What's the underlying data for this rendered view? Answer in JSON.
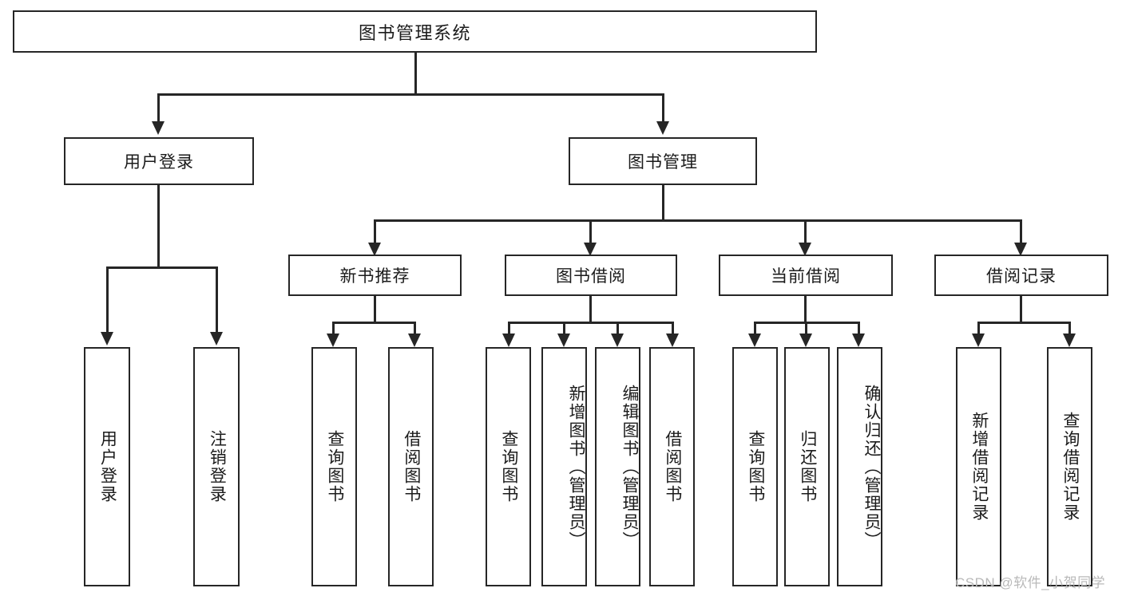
{
  "diagram": {
    "type": "tree-hierarchy-chart",
    "title": "图书管理系统",
    "root": {
      "label": "图书管理系统",
      "children": [
        {
          "label": "用户登录",
          "children": [
            {
              "label": "用户登录"
            },
            {
              "label": "注销登录"
            }
          ]
        },
        {
          "label": "图书管理",
          "children": [
            {
              "label": "新书推荐",
              "children": [
                {
                  "label": "查询图书"
                },
                {
                  "label": "借阅图书"
                }
              ]
            },
            {
              "label": "图书借阅",
              "children": [
                {
                  "label": "查询图书"
                },
                {
                  "label": "新增图书（管理员）"
                },
                {
                  "label": "编辑图书（管理员）"
                },
                {
                  "label": "借阅图书"
                }
              ]
            },
            {
              "label": "当前借阅",
              "children": [
                {
                  "label": "查询图书"
                },
                {
                  "label": "归还图书"
                },
                {
                  "label": "确认归还（管理员）"
                }
              ]
            },
            {
              "label": "借阅记录",
              "children": [
                {
                  "label": "新增借阅记录"
                },
                {
                  "label": "查询借阅记录"
                }
              ]
            }
          ]
        }
      ]
    }
  },
  "nodes": {
    "root": "图书管理系统",
    "user_login": "用户登录",
    "book_manage": "图书管理",
    "new_book_rec": "新书推荐",
    "book_borrow": "图书借阅",
    "current_borrow": "当前借阅",
    "borrow_record": "借阅记录",
    "leaf_user_login": "用户登录",
    "leaf_logout": "注销登录",
    "leaf_rec_query": "查询图书",
    "leaf_rec_borrow": "借阅图书",
    "leaf_borrow_query": "查询图书",
    "leaf_borrow_add": "新增图书（管理员）",
    "leaf_borrow_edit": "编辑图书（管理员）",
    "leaf_borrow_do": "借阅图书",
    "leaf_cur_query": "查询图书",
    "leaf_cur_return": "归还图书",
    "leaf_cur_confirm": "确认归还（管理员）",
    "leaf_rec_add": "新增借阅记录",
    "leaf_rec_query2": "查询借阅记录"
  },
  "watermark": {
    "text": "CSDN @软件_小贺同学"
  },
  "colors": {
    "stroke": "#262626",
    "fill": "#ffffff",
    "text": "#1b1b1b",
    "watermark": "#b9b9b9"
  }
}
